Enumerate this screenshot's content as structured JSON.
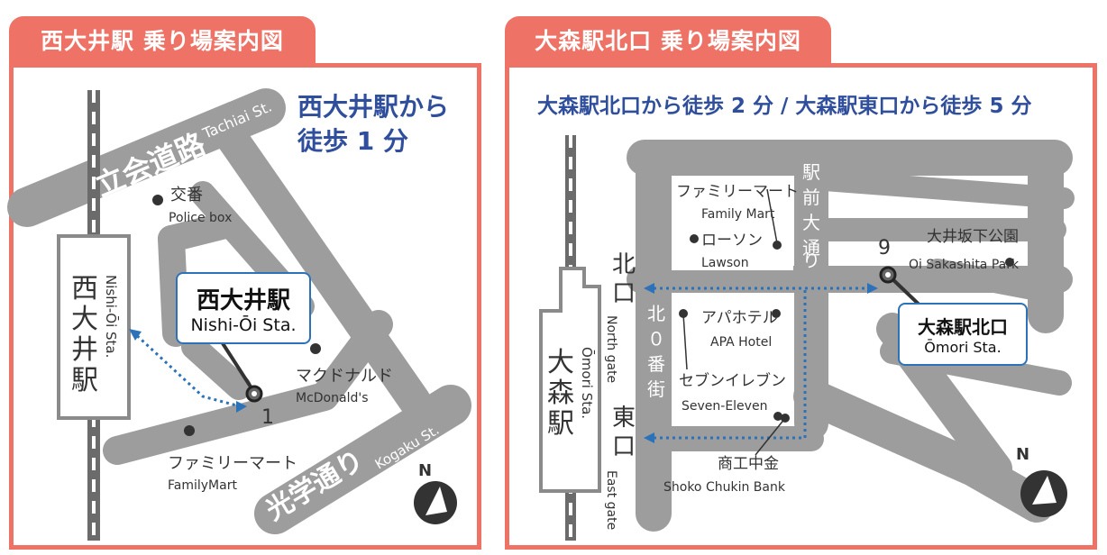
{
  "colors": {
    "accent": "#ee7265",
    "road": "#9d9d9e",
    "rail_dark": "#6b6b6b",
    "walk_route": "#2c72b8",
    "walk_text": "#2f4e9b"
  },
  "left_map": {
    "title": "西大井駅 乗り場案内図",
    "walk_time_line1": "西大井駅から",
    "walk_time_line2": "徒歩 1 分",
    "road_tachiai_ja": "立会道路",
    "road_tachiai_en": "Tachiai St.",
    "road_kogaku_ja": "光学通り",
    "road_kogaku_en": "Kogaku St.",
    "station_ja": "西大井駅",
    "station_en": "Nishi-Ōi Sta.",
    "station_label_ja": "西大井駅",
    "station_label_en": "Nishi-Ōi Sta.",
    "stop_number": "1",
    "landmarks": {
      "police_ja": "交番",
      "police_en": "Police box",
      "mcd_ja": "マクドナルド",
      "mcd_en": "McDonald's",
      "fm_ja": "ファミリーマート",
      "fm_en": "FamilyMart"
    },
    "compass": "N"
  },
  "right_map": {
    "title": "大森駅北口 乗り場案内図",
    "walk_time": "大森駅北口から徒歩 2 分 / 大森駅東口から徒歩 5 分",
    "station_ja": "大森駅",
    "station_en": "Ōmori Sta.",
    "north_gate_ja": "北口",
    "north_gate_en": "North gate",
    "east_gate_ja": "東口",
    "east_gate_en": "East gate",
    "street_kita0": "北０番街",
    "street_ekimae": "駅前大通り",
    "stop_number": "9",
    "stop_label_ja": "大森駅北口",
    "stop_label_en": "Ōmori Sta.",
    "landmarks": {
      "fm_ja": "ファミリーマート",
      "fm_en": "Family Mart",
      "lawson_ja": "ローソン",
      "lawson_en": "Lawson",
      "apa_ja": "アパホテル",
      "apa_en": "APA Hotel",
      "seven_ja": "セブンイレブン",
      "seven_en": "Seven-Eleven",
      "park_ja": "大井坂下公園",
      "park_en": "Oi Sakashita Park",
      "bank_ja": "商工中金",
      "bank_en": "Shoko Chukin Bank"
    },
    "compass": "N"
  }
}
